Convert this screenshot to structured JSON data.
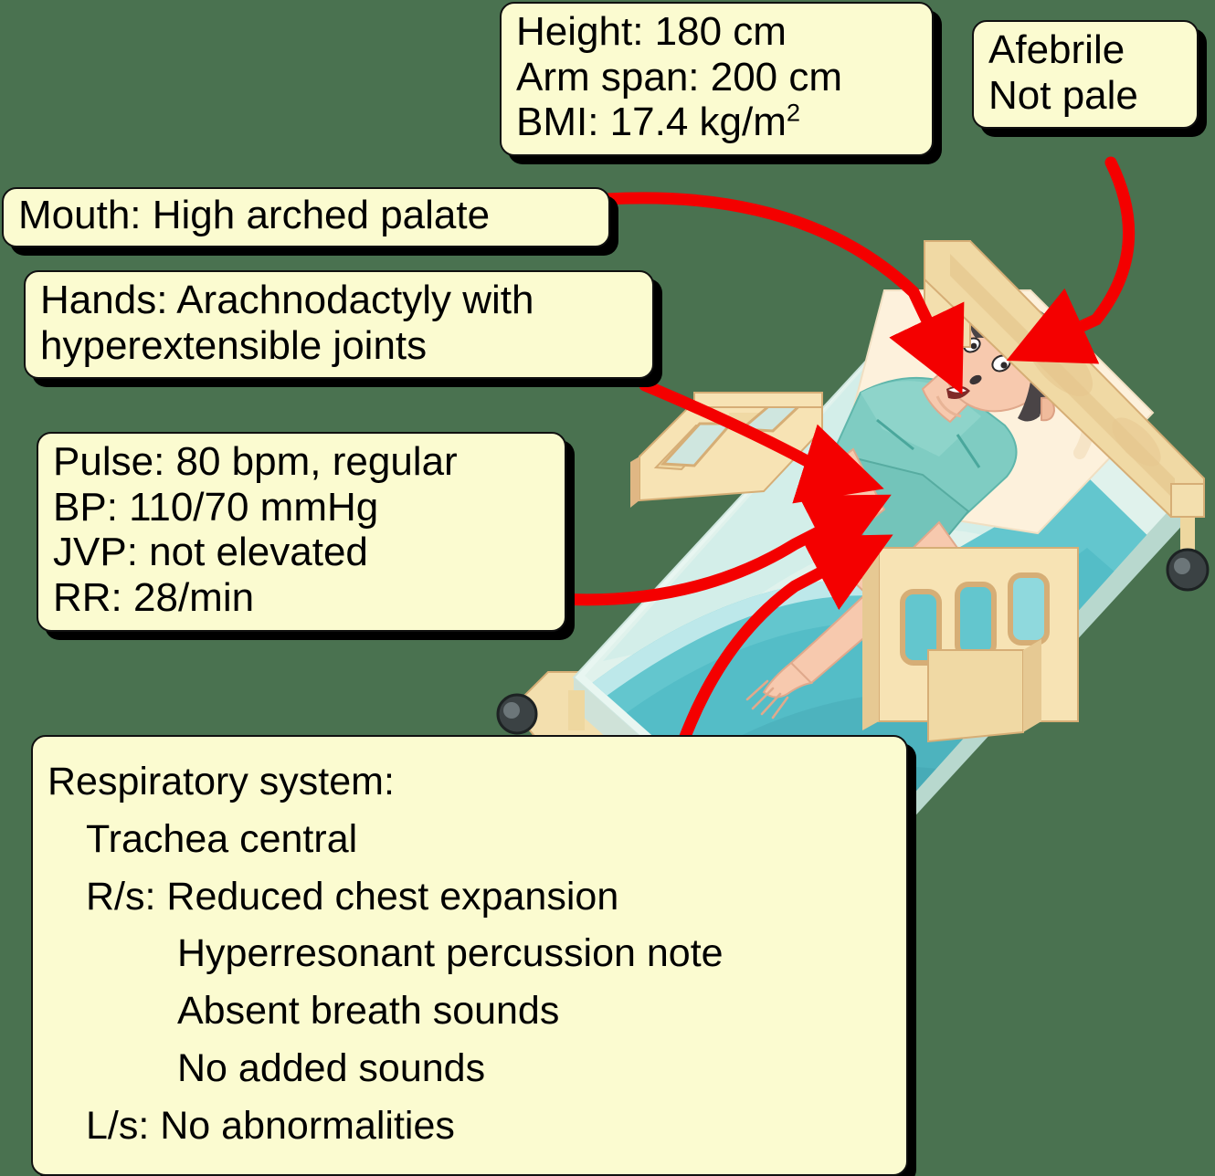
{
  "figure": {
    "kind": "clinical-examination-annotated-illustration",
    "scene": "patient lying supine in an isometric hospital bed",
    "background_color": "#4a7250",
    "callout_fill": "#fbfbd0",
    "callout_border": "#101010",
    "arrow_color": "#f40000"
  },
  "callouts": {
    "anthropometry": {
      "name": "anthropometry",
      "lines": [
        "Height: 180 cm",
        "Arm span: 200 cm"
      ],
      "bmi_prefix": "BMI: 17.4 kg/m",
      "bmi_sup": "2",
      "points_to": "mouth"
    },
    "general": {
      "name": "general-appearance",
      "lines": [
        "Afebrile",
        "Not pale"
      ],
      "points_to": "forehead"
    },
    "mouth": {
      "name": "mouth",
      "lines": [
        "Mouth: High arched palate"
      ],
      "points_to": "mouth"
    },
    "hands": {
      "name": "hands",
      "lines": [
        "Hands: Arachnodactyly with",
        "hyperextensible joints"
      ],
      "points_to": "hand"
    },
    "vitals": {
      "name": "vital-signs",
      "lines": [
        "Pulse: 80 bpm, regular",
        "BP: 110/70 mmHg",
        "JVP: not elevated",
        "RR: 28/min"
      ],
      "points_to": "wrist"
    },
    "respiratory": {
      "name": "respiratory-system",
      "heading": "Respiratory system:",
      "lines": [
        {
          "text": "Trachea central",
          "indent": 1
        },
        {
          "text": "R/s: Reduced chest expansion",
          "indent": 1
        },
        {
          "text": "Hyperresonant percussion note",
          "indent": 2
        },
        {
          "text": "Absent breath sounds",
          "indent": 2
        },
        {
          "text": "No added sounds",
          "indent": 2
        },
        {
          "text": "L/s: No abnormalities",
          "indent": 1
        }
      ],
      "points_to": "chest"
    }
  },
  "illustration": {
    "bed": {
      "frame_color": "#f3dfae",
      "frame_shadow": "#ddb380",
      "rail_color": "#f7e3b4",
      "wheel_color": "#3b4244"
    },
    "bedding": {
      "sheet_color": "#d7f0ea",
      "blanket_color": "#63c6ce",
      "blanket_shadow": "#46aab4",
      "pillow_color": "#fdf1dc"
    },
    "patient": {
      "gown_color": "#7fccc2",
      "skin_color": "#f7c9ae",
      "hair_color": "#4a4446"
    }
  }
}
